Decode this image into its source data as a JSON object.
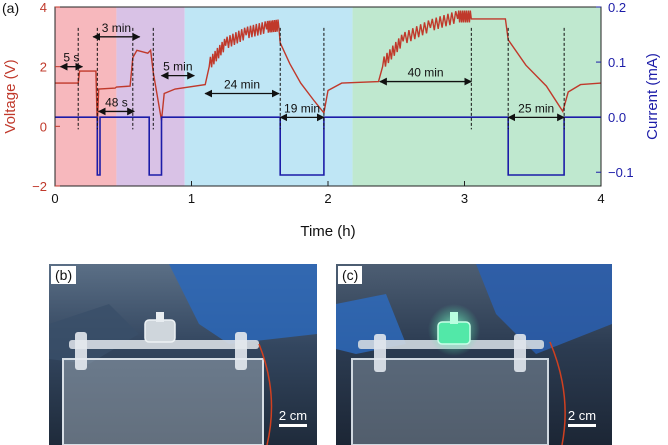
{
  "panel_labels": {
    "a": "(a)",
    "b": "(b)",
    "c": "(c)"
  },
  "chart_data": {
    "type": "line",
    "xlabel": "Time (h)",
    "ylabel_left": "Voltage (V)",
    "ylabel_right": "Current (mA)",
    "xlim": [
      0,
      4
    ],
    "ylim_left": [
      -2,
      4
    ],
    "ylim_right": [
      -0.125,
      0.2
    ],
    "x_ticks": [
      "0",
      "1",
      "2",
      "3",
      "4"
    ],
    "y_left_ticks": [
      "4",
      "2",
      "0",
      "−2"
    ],
    "y_right_ticks": [
      "0.2",
      "0.1",
      "0.0",
      "−0.1"
    ],
    "colors": {
      "voltage": "#c0392b",
      "current": "#1c1ca8",
      "bands": [
        "#f7b8bd",
        "#d9c2e6",
        "#bfe6f5",
        "#bfe8cf"
      ]
    },
    "bands": [
      [
        0,
        0.45
      ],
      [
        0.45,
        0.95
      ],
      [
        0.95,
        2.18
      ],
      [
        2.18,
        4.0
      ]
    ],
    "voltage": [
      [
        0,
        1.45
      ],
      [
        0.17,
        1.45
      ],
      [
        0.18,
        1.85
      ],
      [
        0.3,
        1.85
      ],
      [
        0.31,
        0.0
      ],
      [
        0.32,
        1.25
      ],
      [
        0.44,
        1.28
      ],
      [
        0.45,
        1.32
      ],
      [
        0.55,
        1.35
      ],
      [
        0.57,
        2.3
      ],
      [
        0.6,
        2.55
      ],
      [
        0.68,
        2.45
      ],
      [
        0.7,
        2.55
      ],
      [
        0.72,
        1.8
      ],
      [
        0.78,
        0.2
      ],
      [
        0.8,
        1.1
      ],
      [
        0.88,
        1.25
      ],
      [
        1.1,
        1.4
      ],
      [
        1.13,
        2.0
      ],
      [
        1.25,
        2.7
      ],
      [
        1.4,
        3.05
      ],
      [
        1.55,
        3.25
      ],
      [
        1.64,
        3.3
      ],
      [
        1.65,
        2.8
      ],
      [
        1.72,
        2.1
      ],
      [
        1.8,
        1.45
      ],
      [
        1.9,
        0.85
      ],
      [
        1.97,
        0.45
      ],
      [
        2.0,
        1.2
      ],
      [
        2.1,
        1.45
      ],
      [
        2.37,
        1.5
      ],
      [
        2.4,
        2.0
      ],
      [
        2.55,
        2.85
      ],
      [
        2.75,
        3.3
      ],
      [
        2.95,
        3.6
      ],
      [
        3.05,
        3.6
      ],
      [
        3.3,
        3.6
      ],
      [
        3.32,
        2.9
      ],
      [
        3.45,
        2.05
      ],
      [
        3.6,
        1.35
      ],
      [
        3.72,
        0.5
      ],
      [
        3.76,
        1.15
      ],
      [
        3.85,
        1.4
      ],
      [
        4.0,
        1.45
      ]
    ],
    "current": [
      [
        0,
        0.0
      ],
      [
        0.31,
        0.0
      ],
      [
        0.31,
        -0.105
      ],
      [
        0.33,
        -0.105
      ],
      [
        0.33,
        0.0
      ],
      [
        0.69,
        0.0
      ],
      [
        0.69,
        -0.105
      ],
      [
        0.78,
        -0.105
      ],
      [
        0.78,
        0.0
      ],
      [
        1.65,
        0.0
      ],
      [
        1.65,
        -0.105
      ],
      [
        1.97,
        -0.105
      ],
      [
        1.97,
        0.0
      ],
      [
        3.32,
        0.0
      ],
      [
        3.32,
        -0.105
      ],
      [
        3.73,
        -0.105
      ],
      [
        3.73,
        0.0
      ],
      [
        4.0,
        0.0
      ]
    ],
    "annotations": [
      {
        "text": "5 s",
        "x1": 0.04,
        "x2": 0.2,
        "y": 2.0
      },
      {
        "text": "48 s",
        "x1": 0.32,
        "x2": 0.58,
        "y": 0.5
      },
      {
        "text": "3 min",
        "x1": 0.28,
        "x2": 0.62,
        "y": 3.0
      },
      {
        "text": "5 min",
        "x1": 0.78,
        "x2": 1.02,
        "y": 1.7
      },
      {
        "text": "24 min",
        "x1": 1.1,
        "x2": 1.64,
        "y": 1.1
      },
      {
        "text": "19 min",
        "x1": 1.65,
        "x2": 1.97,
        "y": 0.3
      },
      {
        "text": "40 min",
        "x1": 2.38,
        "x2": 3.05,
        "y": 1.5
      },
      {
        "text": "25 min",
        "x1": 3.32,
        "x2": 3.73,
        "y": 0.3
      }
    ]
  },
  "photos": {
    "b": {
      "scale_label": "2 cm",
      "led_color": "#cfd6dc"
    },
    "c": {
      "scale_label": "2 cm",
      "led_color": "#52e8a8"
    }
  }
}
